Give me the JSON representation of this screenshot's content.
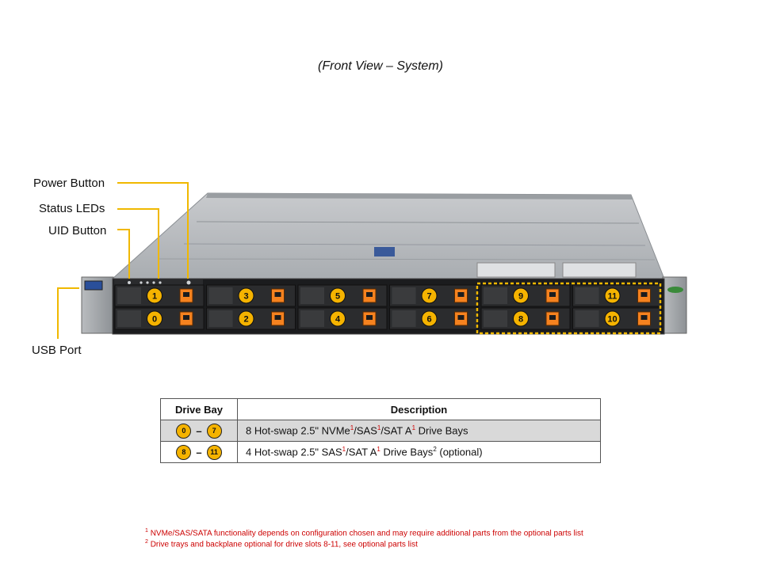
{
  "caption": "(Front View – System)",
  "callouts": {
    "power_button": "Power Button",
    "status_leds": "Status LEDs",
    "uid_button": "UID Button",
    "usb_port": "USB Port"
  },
  "bays_top": [
    "1",
    "3",
    "5",
    "7",
    "9",
    "11"
  ],
  "bays_bottom": [
    "0",
    "2",
    "4",
    "6",
    "8",
    "10"
  ],
  "colors": {
    "accent": "#f5b300",
    "callout_line": "#f0b800",
    "latch": "#f5821f",
    "footnote": "#cc0000"
  },
  "table": {
    "header_bay": "Drive Bay",
    "header_desc": "Description",
    "rows": [
      {
        "from": "0",
        "to": "7",
        "desc_parts": [
          "8 Hot-swap 2.5\" NVMe",
          "/SAS",
          "/SAT A",
          " Drive Bays"
        ],
        "sup": [
          "1",
          "1",
          "1"
        ]
      },
      {
        "from": "8",
        "to": "11",
        "desc_parts": [
          "4 Hot-swap 2.5\" SAS",
          "/SAT A",
          " Drive Bays",
          " (optional)"
        ],
        "sup": [
          "1",
          "1",
          "2"
        ]
      }
    ]
  },
  "footnotes": [
    {
      "num": "1",
      "text": "NVMe/SAS/SATA functionality depends on configuration chosen and may require additional parts from the optional parts list"
    },
    {
      "num": "2",
      "text": "Drive trays and backplane optional for drive slots 8-11, see optional parts list"
    }
  ]
}
